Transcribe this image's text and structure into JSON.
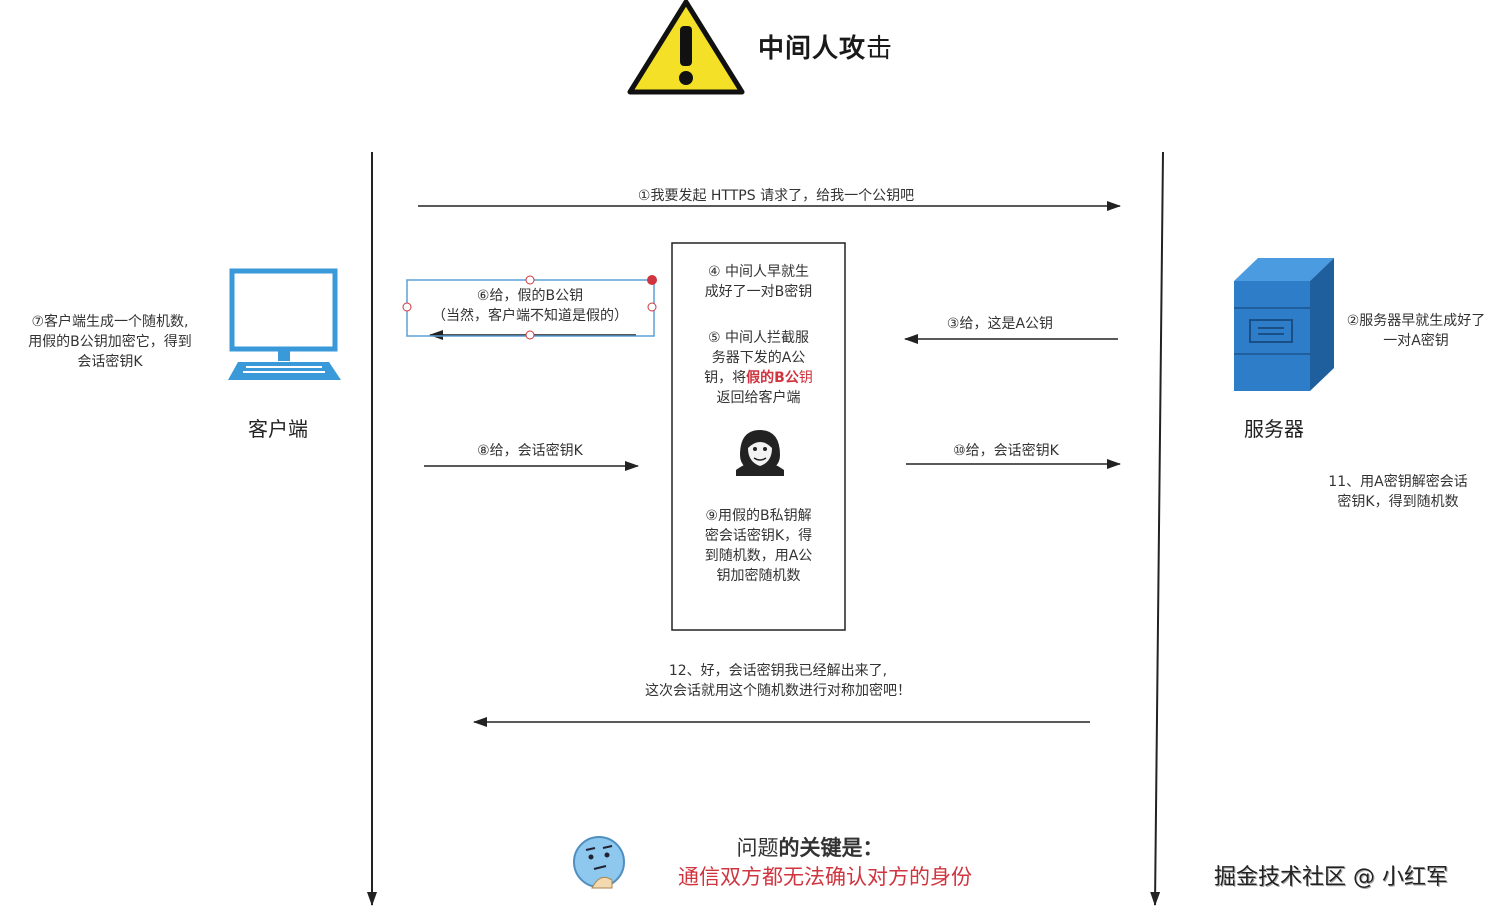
{
  "title": {
    "strong": "中间人攻",
    "rest": "击"
  },
  "client": {
    "caption": "客户端",
    "note": [
      "⑦客户端生成一个随机数,",
      "用假的B公钥加密它，得到",
      "会话密钥K"
    ]
  },
  "server": {
    "caption": "服务器",
    "note": [
      "②服务器早就生成好了",
      "一对A密钥"
    ],
    "note11": [
      "11、用A密钥解密会话",
      "密钥K，得到随机数"
    ]
  },
  "messages": {
    "m1": "①我要发起 HTTPS 请求了，给我一个公钥吧",
    "m3": "③给，这是A公钥",
    "m6": [
      "⑥给，假的B公钥",
      "（当然，客户端不知道是假的）"
    ],
    "m8": "⑧给，会话密钥K",
    "m10": "⑩给，会话密钥K",
    "m12": [
      "12、好，会话密钥我已经解出来了,",
      "这次会话就用这个随机数进行对称加密吧！"
    ]
  },
  "mitm": {
    "step4": [
      "④ 中间人早就生",
      "成好了一对B密钥"
    ],
    "step5_a": [
      "⑤ 中间人拦截服",
      "务器下发的A公"
    ],
    "step5_b_pre": "钥，将",
    "step5_b_red": "假的B公",
    "step5_b_red2": "钥",
    "step5_c": "返回给客户端",
    "step9": [
      "⑨用假的B私钥解",
      "密会话密钥K，得",
      "到随机数，用A公",
      "钥加密随机数"
    ]
  },
  "question": {
    "title_pre": "问题",
    "title_bold": "的关键是：",
    "subtitle": "通信双方都无法确认对方的身份"
  },
  "watermark": "掘金技术社区 @ 小红军",
  "colors": {
    "accent_red": "#d0343f",
    "warning_yellow": "#f5e028",
    "server_blue": "#2e7dc8",
    "client_blue": "#3a9ad9"
  }
}
